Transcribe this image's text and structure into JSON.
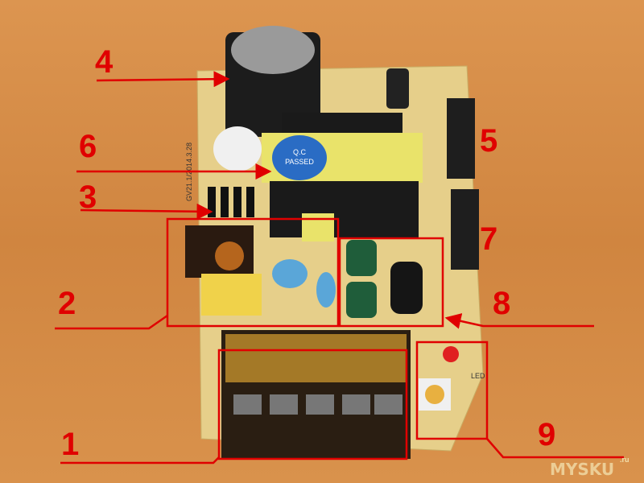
{
  "labels": {
    "l1": "1",
    "l2": "2",
    "l3": "3",
    "l4": "4",
    "l5": "5",
    "l6": "6",
    "l7": "7",
    "l8": "8",
    "l9": "9"
  },
  "board": {
    "sticker_line1": "Q.C",
    "sticker_line2": "PASSED",
    "silk_version": "GV21.1/2014.3.28",
    "silk_led": "LED"
  },
  "watermark": "MYSKU",
  "watermark_suffix": ".ru",
  "colors": {
    "annotation": "#e00000",
    "board": "#e6cf8a",
    "wood": "#d48a45"
  }
}
